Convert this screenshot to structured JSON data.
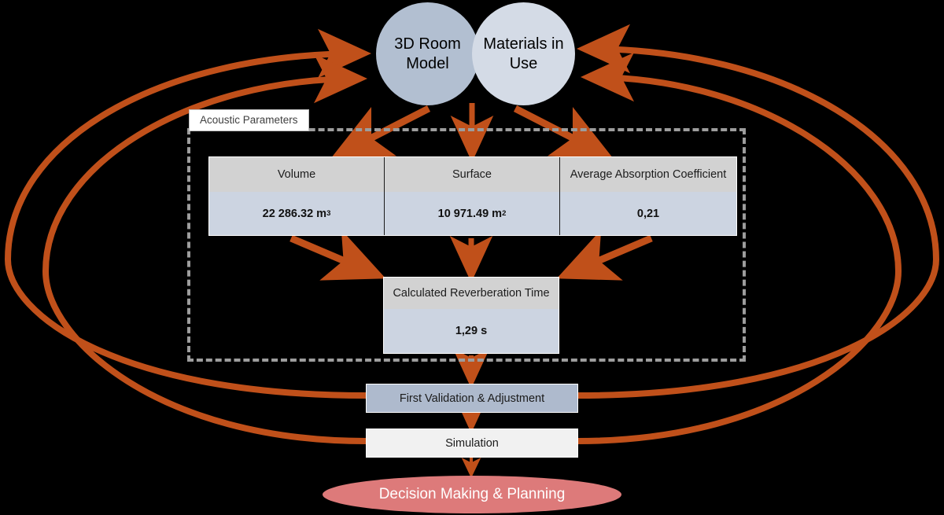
{
  "colors": {
    "arrow": "#c0501a",
    "circle_left": "#b2bfd1",
    "circle_right": "#d4dbe6",
    "header_cell": "#d2d2d2",
    "value_cell": "#ccd4e1",
    "validation_box": "#aebacd",
    "simulation_box": "#f1f1f1",
    "decision_oval": "#dd7a7a",
    "container_border": "#9d9d9d",
    "background": "#000000"
  },
  "sources": {
    "room_model": "3D Room\nModel",
    "room_model_line1": "3D Room",
    "room_model_line2": "Model",
    "materials_line1": "Materials in",
    "materials_line2": "Use"
  },
  "container": {
    "label": "Acoustic Parameters"
  },
  "parameters_table": {
    "headers": [
      "Volume",
      "Surface",
      "Average Absorption Coefficient"
    ],
    "values": [
      "22 286.32 m",
      "10 971.49 m",
      "0,21"
    ],
    "superscripts": [
      "3",
      "2",
      ""
    ]
  },
  "reverberation": {
    "title": "Calculated Reverberation Time",
    "value": "1,29 s"
  },
  "process": {
    "validation": "First Validation & Adjustment",
    "simulation": "Simulation",
    "decision": "Decision Making & Planning"
  },
  "flow": {
    "feedback_loops": 4,
    "loop_targets": [
      "3D Room Model",
      "Materials in Use",
      "First Validation & Adjustment",
      "Simulation"
    ]
  }
}
